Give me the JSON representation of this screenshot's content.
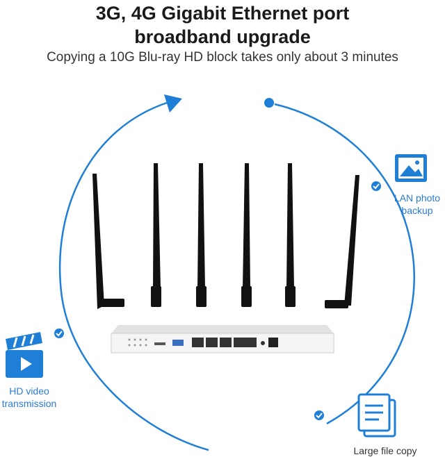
{
  "header": {
    "title_line1": "3G, 4G Gigabit Ethernet port",
    "title_line2": "broadband upgrade",
    "subtitle": "Copying a 10G Blu-ray HD block takes only about 3 minutes"
  },
  "features": {
    "lan_photo": {
      "line1": "LAN photo",
      "line2": "backup",
      "icon": "image-icon"
    },
    "hd_video": {
      "line1": "HD video",
      "line2": "transmission",
      "icon": "clapperboard-icon"
    },
    "large_file": {
      "line1": "Large file copy",
      "icon": "document-copy-icon"
    }
  },
  "colors": {
    "accent": "#1f7fd6",
    "antenna": "#111111",
    "router_body": "#f3f3f3"
  }
}
